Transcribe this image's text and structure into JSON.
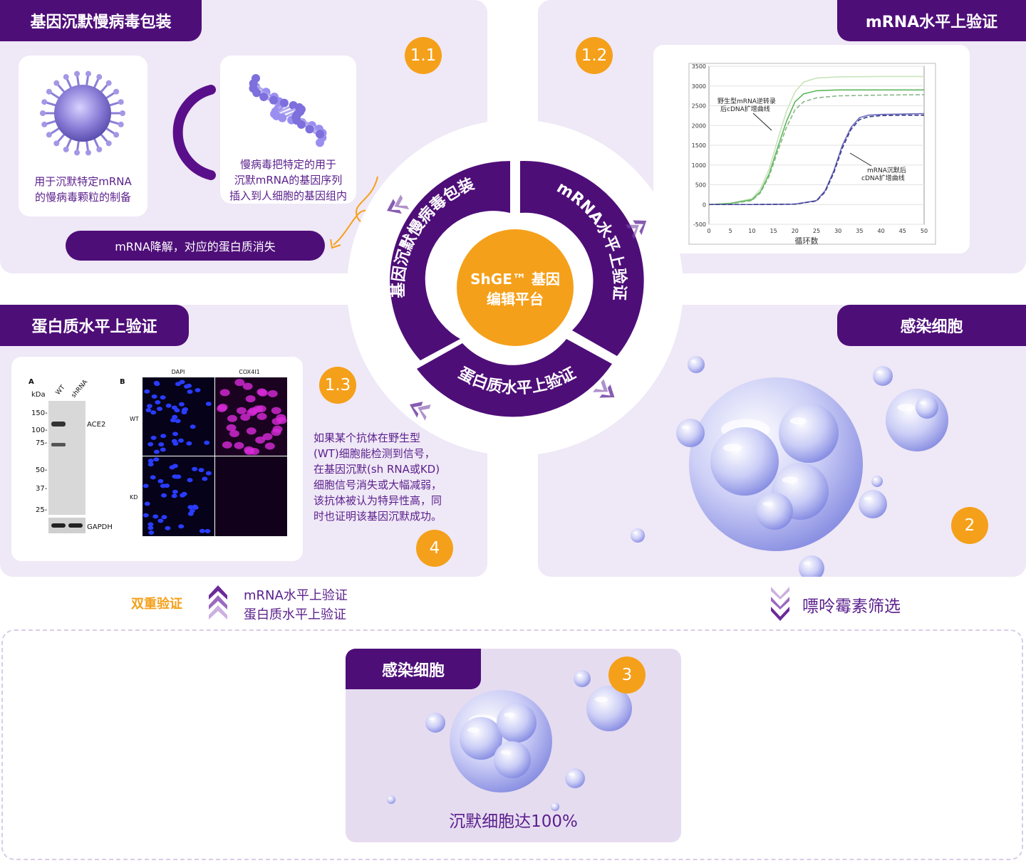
{
  "section_1_1": {
    "title": "基因沉默慢病毒包装",
    "number": "1.1",
    "virus_caption_1": "用于沉默特定mRNA",
    "virus_caption_2": "的慢病毒颗粒的制备",
    "dna_caption_1": "慢病毒把特定的用于",
    "dna_caption_2": "沉默mRNA的基因序列",
    "dna_caption_3": "插入到人细胞的基因组内",
    "pill": "mRNA降解，对应的蛋白质消失"
  },
  "section_1_2": {
    "title": "mRNA水平上验证",
    "number": "1.2",
    "chart_data": {
      "type": "line",
      "xlabel": "循环数",
      "ylabel": "",
      "xlim": [
        0,
        50
      ],
      "ylim": [
        -500,
        3500
      ],
      "x_ticks": [
        "0",
        "5",
        "10",
        "15",
        "20",
        "25",
        "30",
        "35",
        "40",
        "45",
        "50"
      ],
      "y_ticks": [
        "3500",
        "3000",
        "2500",
        "2000",
        "1500",
        "1000",
        "500",
        "0",
        "-500"
      ],
      "annotations": [
        {
          "lines": [
            "野生型mRNA逆转录",
            "后cDNA扩增曲线"
          ]
        },
        {
          "lines": [
            "mRNA沉默后",
            "cDNA扩增曲线"
          ]
        }
      ],
      "series": [
        {
          "color": "#c9e3bb",
          "x": [
            0,
            5,
            10,
            12,
            14,
            16,
            18,
            20,
            22,
            25,
            30,
            40,
            50
          ],
          "y": [
            0,
            30,
            150,
            400,
            900,
            1650,
            2350,
            2850,
            3100,
            3200,
            3230,
            3240,
            3240
          ]
        },
        {
          "color": "#5cb85c",
          "x": [
            0,
            5,
            10,
            12,
            14,
            16,
            18,
            20,
            22,
            25,
            30,
            40,
            50
          ],
          "y": [
            0,
            30,
            120,
            330,
            780,
            1450,
            2100,
            2600,
            2800,
            2880,
            2900,
            2900,
            2900
          ]
        },
        {
          "color": "#88b888",
          "x": [
            0,
            5,
            10,
            12,
            14,
            16,
            18,
            20,
            22,
            25,
            30,
            40,
            50
          ],
          "y": [
            0,
            20,
            100,
            300,
            720,
            1350,
            1950,
            2400,
            2600,
            2700,
            2750,
            2770,
            2780
          ]
        },
        {
          "color": "#6b6bbd",
          "x": [
            0,
            10,
            20,
            25,
            27,
            29,
            31,
            33,
            35,
            37,
            40,
            45,
            50
          ],
          "y": [
            0,
            0,
            10,
            100,
            350,
            850,
            1500,
            1950,
            2200,
            2260,
            2280,
            2290,
            2300
          ]
        },
        {
          "color": "#3a3a8a",
          "x": [
            0,
            10,
            20,
            25,
            27,
            29,
            31,
            33,
            35,
            37,
            40,
            45,
            50
          ],
          "y": [
            0,
            0,
            10,
            90,
            320,
            800,
            1430,
            1900,
            2150,
            2220,
            2250,
            2260,
            2260
          ]
        }
      ]
    }
  },
  "section_1_3": {
    "title": "蛋白质水平上验证",
    "number": "1.3",
    "blot": {
      "panel_a": "A",
      "panel_b": "B",
      "kda": "kDa",
      "lane_1": "WT",
      "lane_2": "shRNA",
      "markers": [
        "150-",
        "100-",
        "75-",
        "50-",
        "37-",
        "25-"
      ],
      "band_label": "ACE2",
      "loading_label": "GAPDH",
      "col_1": "DAPI",
      "col_2": "COX4I1",
      "row_1": "WT",
      "row_2": "KD"
    },
    "desc": [
      "如果某个抗体在野生型",
      "(WT)细胞能检测到信号，",
      "在基因沉默(sh RNA或KD)",
      "细胞信号消失或大幅减弱，",
      "该抗体被认为特异性高，同",
      "时也证明该基因沉默成功。"
    ],
    "number_4": "4"
  },
  "section_2": {
    "title": "感染细胞",
    "number": "2"
  },
  "center": {
    "line_1": "ShGE™ 基因",
    "line_2": "编辑平台",
    "seg_1": "基因沉默慢病毒包装",
    "seg_2": "mRNA水平上验证",
    "seg_3": "蛋白质水平上验证"
  },
  "bottom_row": {
    "double_label": "双重验证",
    "verify_1": "mRNA水平上验证",
    "verify_2": "蛋白质水平上验证",
    "screening": "嘌呤霉素筛选"
  },
  "section_3": {
    "title": "感染细胞",
    "number": "3",
    "result": "沉默细胞达100%"
  },
  "colors": {
    "purple_dark": "#4e0e78",
    "panel_bg": "#efe8f6",
    "orange": "#f5a01a",
    "text_purple": "#5a1f8c"
  }
}
